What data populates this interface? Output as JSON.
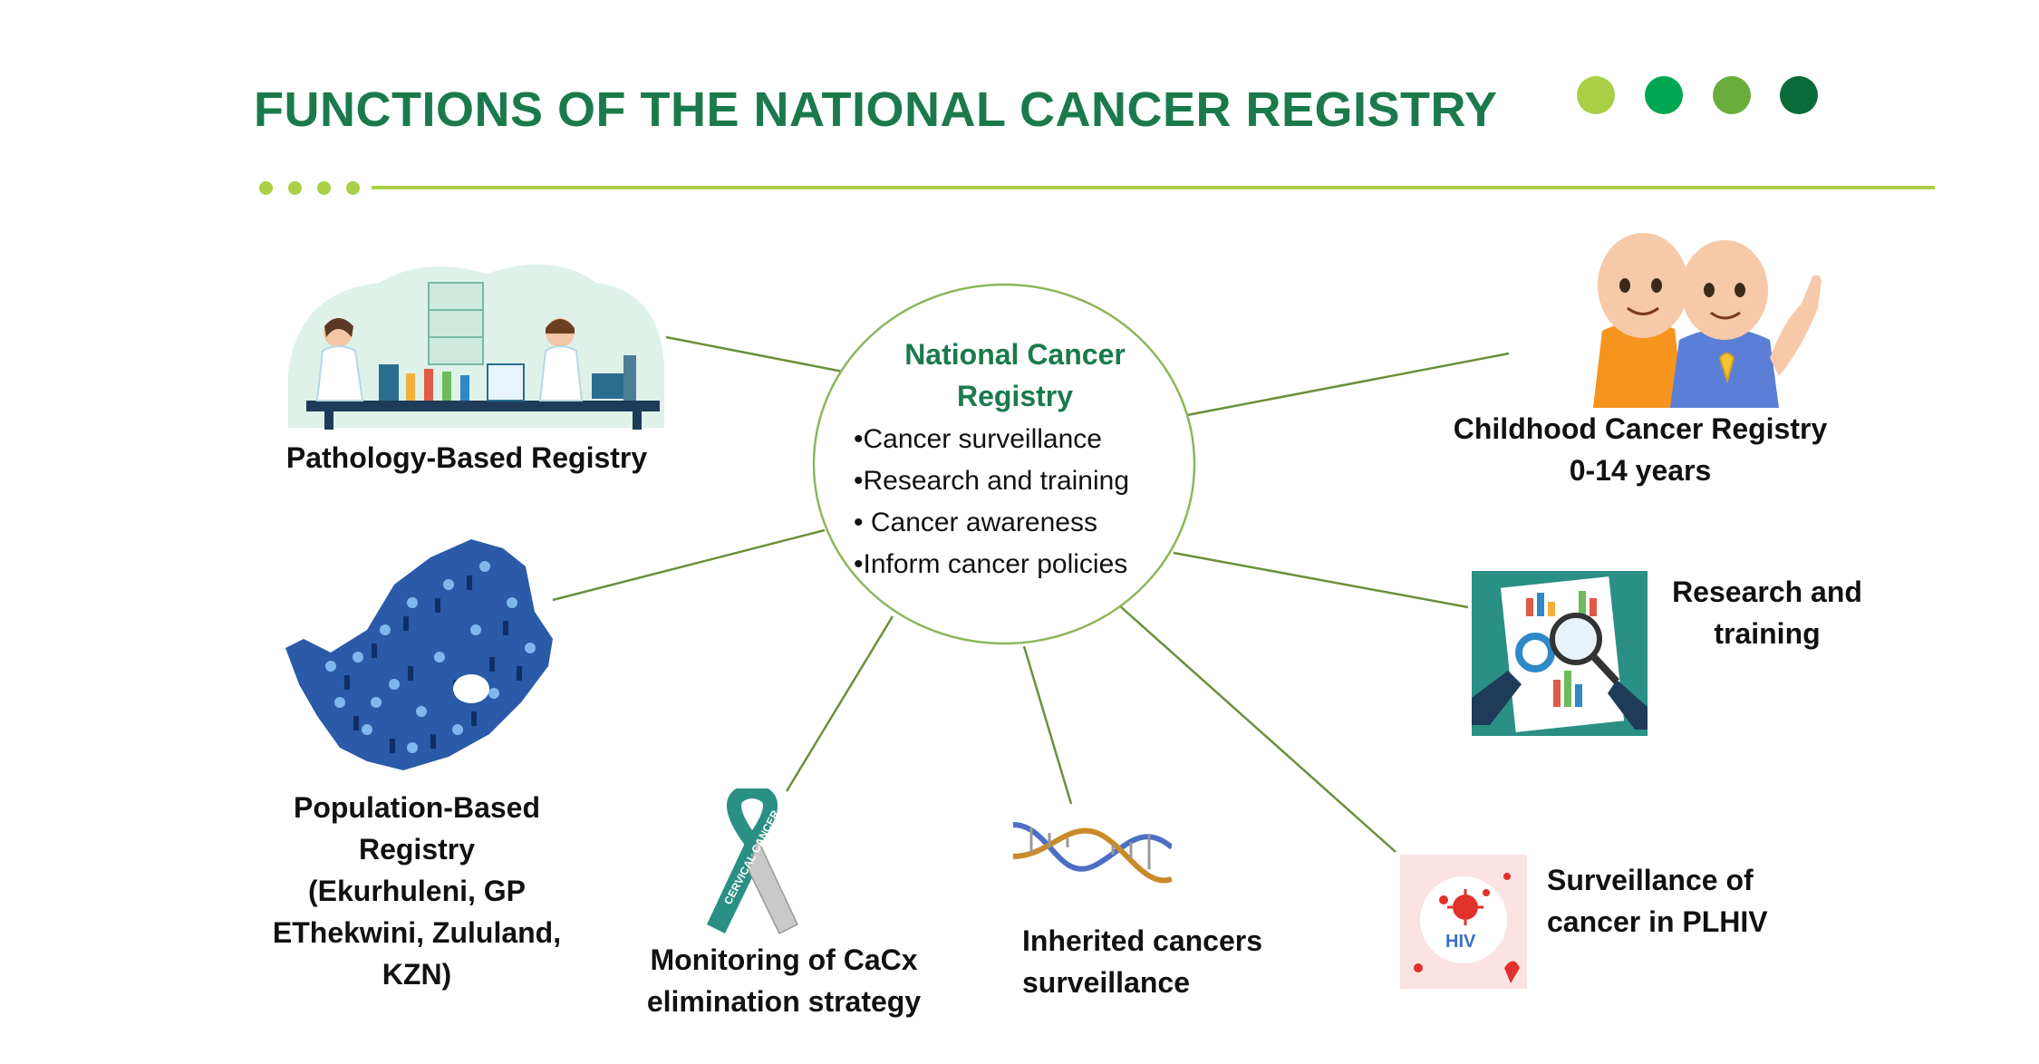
{
  "title": "FUNCTIONS OF THE NATIONAL CANCER REGISTRY",
  "header_dot_colors": [
    "#a8cf45",
    "#00a651",
    "#6aad3d",
    "#0a6b3a"
  ],
  "accent": "#a8cf45",
  "title_color": "#1a7a4c",
  "center": {
    "title_line1": "National Cancer",
    "title_line2": "Registry",
    "bullets": [
      "•Cancer surveillance",
      "•Research and training",
      "• Cancer awareness",
      "•Inform cancer policies"
    ]
  },
  "nodes": {
    "pathology": {
      "label": "Pathology-Based Registry",
      "icon": "laboratory-scientists-icon"
    },
    "childhood": {
      "line1": "Childhood Cancer Registry",
      "line2": "0-14 years",
      "icon": "children-cancer-ribbon-icon"
    },
    "research": {
      "line1": "Research and",
      "line2": "training",
      "icon": "chart-magnifier-icon"
    },
    "population": {
      "lines": [
        "Population-Based",
        "Registry",
        "(Ekurhuleni, GP",
        "EThekwini, Zululand,",
        "KZN)"
      ],
      "icon": "south-africa-people-map-icon"
    },
    "cacx": {
      "line1": "Monitoring of CaCx",
      "line2": "elimination strategy",
      "icon": "cervical-cancer-ribbon-icon",
      "ribbon_text": "CERVICAL CANCER"
    },
    "inherited": {
      "line1": "Inherited cancers",
      "line2": "surveillance",
      "icon": "dna-helix-icon"
    },
    "plhiv": {
      "line1": "Surveillance of",
      "line2": "cancer in PLHIV",
      "icon": "hiv-virus-icon",
      "badge_text": "HIV"
    }
  }
}
